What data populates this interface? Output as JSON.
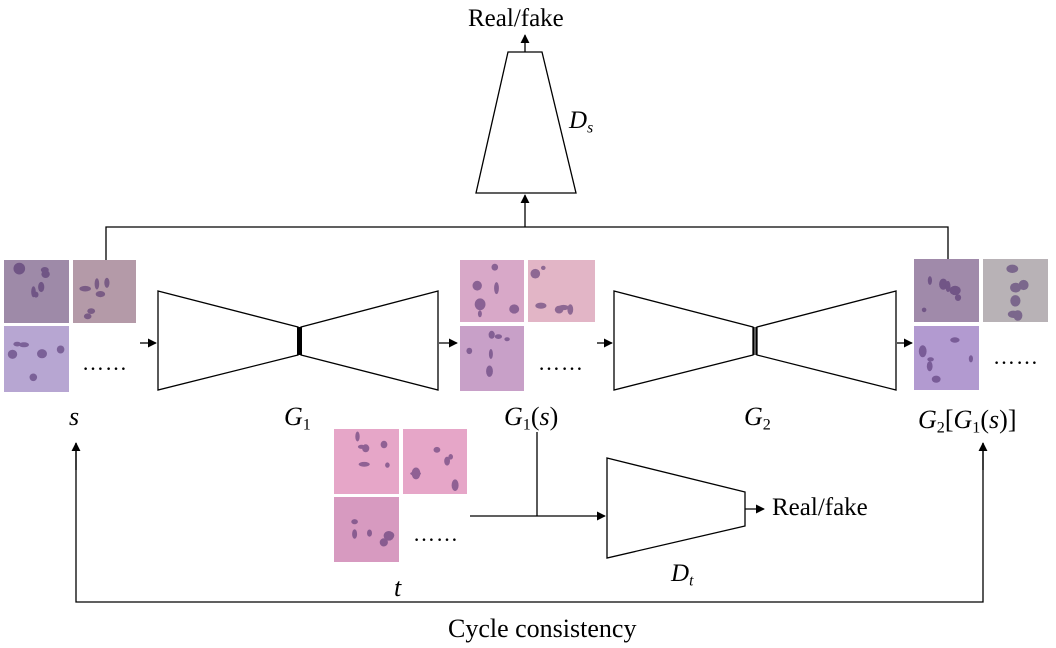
{
  "labels": {
    "real_fake_top": "Real/fake",
    "real_fake_right": "Real/fake",
    "cycle": "Cycle consistency",
    "s": "s",
    "t": "t",
    "G": "G",
    "D": "D",
    "sub1": "1",
    "sub2": "2",
    "sub_s": "s",
    "sub_t": "t",
    "paren_open": "(",
    "paren_close": ")",
    "bracket_open": "[",
    "bracket_close": "]",
    "ellipsis": "……"
  },
  "colors": {
    "stroke": "#000000",
    "tile_s_a": "#9e8aa8",
    "tile_s_b": "#b49aa8",
    "tile_s_c": "#b7a6d2",
    "tile_g1_a": "#d8a8c8",
    "tile_g1_b": "#e2b5c6",
    "tile_g1_c": "#c8a0c8",
    "tile_g2_a": "#a08aaa",
    "tile_g2_b": "#b8b2b6",
    "tile_g2_c": "#b29ad0",
    "tile_t": "#e6a6c8",
    "tile_t_c": "#d79ac0"
  }
}
